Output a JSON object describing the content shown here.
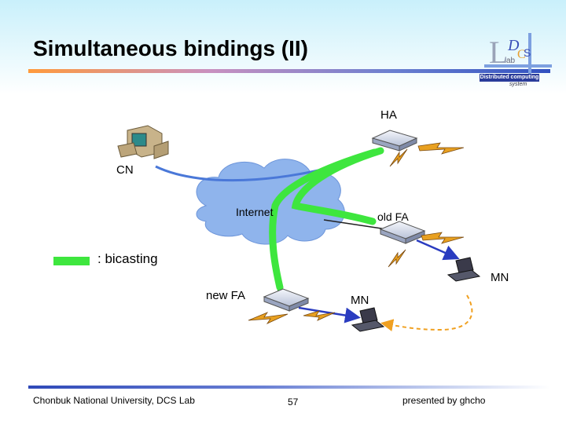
{
  "slide": {
    "title": "Simultaneous bindings (II)"
  },
  "logo": {
    "caption_line1": "Distributed computing",
    "caption_line2": "system"
  },
  "diagram": {
    "ha_label": "HA",
    "cn_label": "CN",
    "internet_label": "Internet",
    "old_fa_label": "old FA",
    "new_fa_label": "new FA",
    "mn_old_label": "MN",
    "mn_new_label": "MN",
    "legend_label": ": bicasting"
  },
  "colors": {
    "bicasting": "#3ee63e",
    "cn_link": "#4a78d8",
    "wireless_arrow": "#2a3cc0",
    "movement": "#f0a020",
    "cloud": "#8fb4ec"
  },
  "footer": {
    "left": "Chonbuk National University, DCS Lab",
    "page": "57",
    "right": "presented by ghcho"
  }
}
